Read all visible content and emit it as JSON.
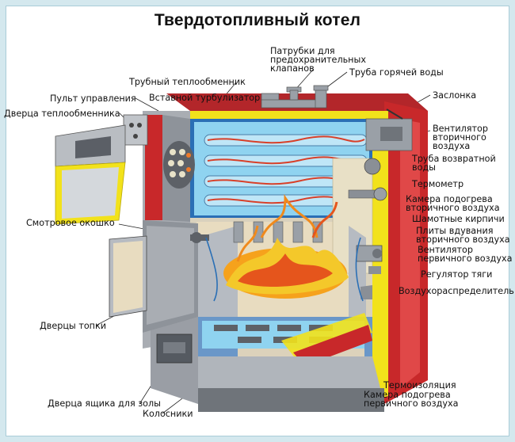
{
  "title": "Твердотопливный котел",
  "labels": {
    "patrubki": "Патрубки для\nпредохранительных\nклапанов",
    "hot_pipe": "Труба горячей воды",
    "heat_exchanger": "Трубный теплообменник",
    "control_panel": "Пульт управления",
    "turbulizer": "Вставной турбулизатор",
    "flap": "Заслонка",
    "hx_door": "Дверца теплообменника",
    "secondary_fan": "Вентилятор\nвторичного\nвоздуха",
    "return_pipe": "Труба возвратной\nводы",
    "thermometer": "Термометр",
    "secondary_chamber": "Камера подогрева\nвторичного воздуха",
    "sight_window": "Смотровое окошко",
    "chamotte": "Шамотные кирпичи",
    "blow_plates": "Плиты вдувания\nвторичного воздуха",
    "primary_fan": "Вентилятор\nпервичного воздуха",
    "draft_regulator": "Регулятор тяги",
    "air_distributor": "Воздухораспределитель",
    "firebox_doors": "Дверцы топки",
    "insulation": "Термоизоляция",
    "primary_chamber": "Камера подогрева\nпервичного воздуха",
    "ash_door": "Дверца ящика для золы",
    "grates": "Колосники"
  },
  "colors": {
    "frame": "#d4e8ee",
    "casing_red": "#c8282a",
    "insulation_yellow": "#f2e21b",
    "water_blue": "#8fd3f0",
    "steel_grey": "#8a8f96",
    "flame_orange": "#f6a21c",
    "firebrick": "#e8dcc0"
  }
}
